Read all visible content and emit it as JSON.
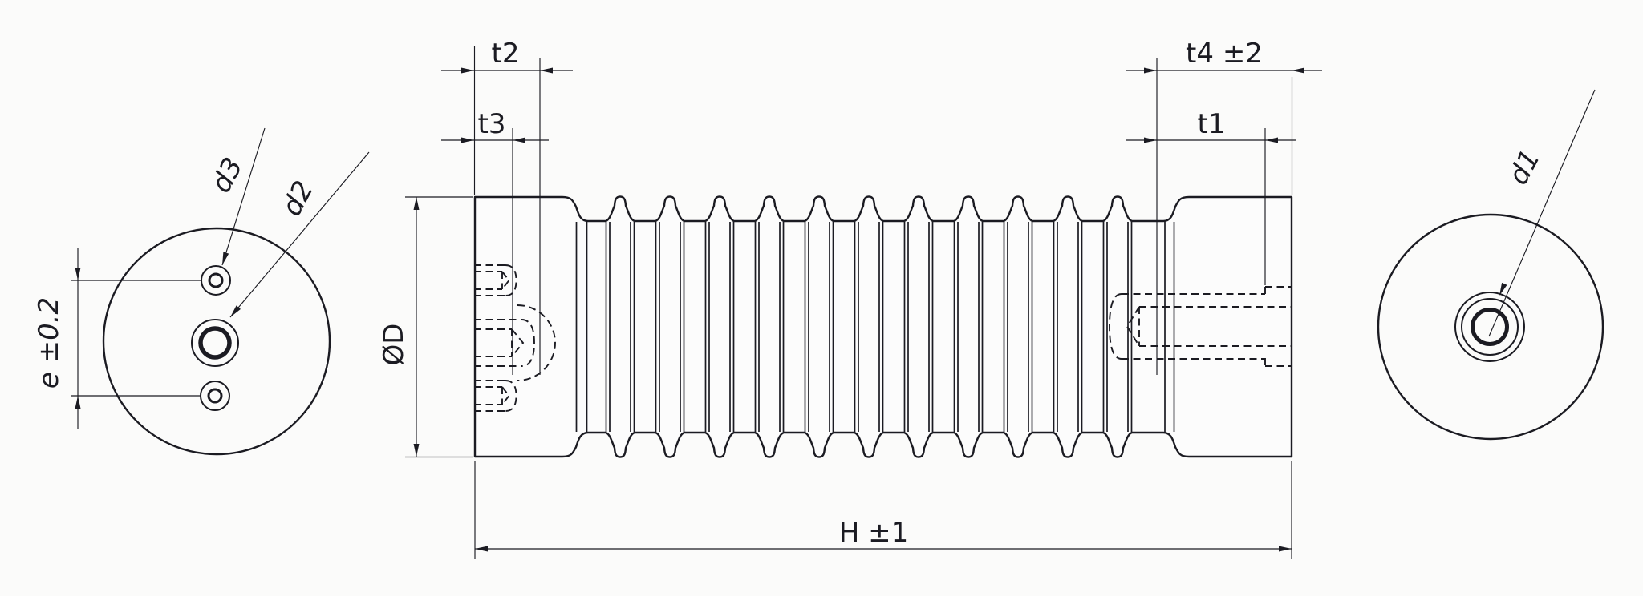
{
  "drawing": {
    "labels": {
      "t1": "t1",
      "t2": "t2",
      "t3": "t3",
      "t4": "t4 ±2",
      "height": "H ±1",
      "diameter": "ØD",
      "eccentricity": "e ±0.2",
      "d1": "d1",
      "d2": "d2",
      "d3": "d3"
    },
    "colors": {
      "line": "#1b1b22",
      "background": "#fbfbfa"
    }
  }
}
